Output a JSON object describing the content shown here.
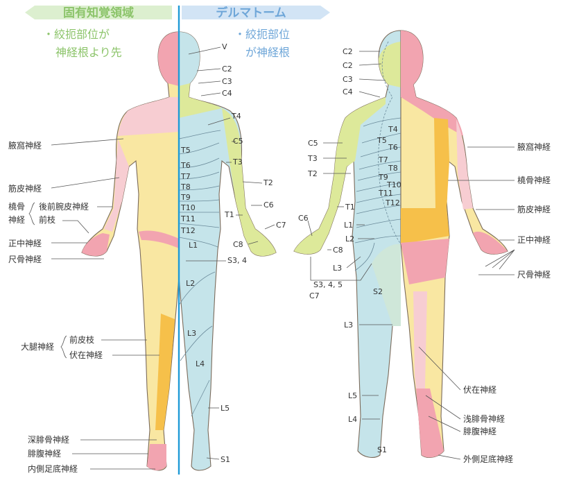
{
  "colors": {
    "autonomous_header": "#8cc46a",
    "dermatome_header": "#6ea6d8",
    "divider_line": "#1e9ad6",
    "pink": "#f2a4b0",
    "light_pink": "#f7cdd2",
    "yellow": "#f9e7a2",
    "orange": "#f6c04a",
    "light_blue": "#c5e4ea",
    "green_yellow": "#dde99a",
    "mint": "#cfe7d9"
  },
  "header": {
    "left_title": "固有知覚領域",
    "left_note_1": "・絞扼部位が",
    "left_note_2": "神経根より先",
    "right_title": "デルマトーム",
    "right_note_1": "・絞扼部位",
    "right_note_2": "が神経根"
  },
  "front_dermatomes": {
    "v": "V",
    "c2": "C2",
    "c3": "C3",
    "c4": "C4",
    "t4": "T4",
    "c5": "C5",
    "t5": "T5",
    "t6": "T6",
    "t7": "T7",
    "t8": "T8",
    "t9": "T9",
    "t10": "T10",
    "t11": "T11",
    "t12": "T12",
    "t3": "T3",
    "t2": "T2",
    "c6": "C6",
    "t1": "T1",
    "c7": "C7",
    "c8": "C8",
    "l1": "L1",
    "s34": "S3, 4",
    "l2": "L2",
    "l3": "L3",
    "l4": "L4",
    "l5": "L5",
    "s1": "S1"
  },
  "front_nerves": {
    "axillary": "腋窩神経",
    "musculocutaneous": "筋皮神経",
    "radial_1": "橈骨",
    "radial_2": "神経",
    "posterior_antebrachial": "後前腕皮神経",
    "anterior_branch": "前枝",
    "median": "正中神経",
    "ulnar": "尺骨神経",
    "femoral": "大腿神経",
    "anterior_cutaneous": "前皮枝",
    "saphenous": "伏在神経",
    "deep_peroneal": "深腓骨神経",
    "sural": "腓腹神経",
    "medial_plantar": "内側足底神経"
  },
  "back_dermatomes": {
    "c2a": "C2",
    "c2b": "C2",
    "c3": "C3",
    "c4": "C4",
    "t4": "T4",
    "c5": "C5",
    "t5": "T5",
    "t6": "T6",
    "t3": "T3",
    "t7": "T7",
    "t2": "T2",
    "t8": "T8",
    "t9": "T9",
    "t10": "T10",
    "t11": "T11",
    "t12": "T12",
    "t1": "T1",
    "c6": "C6",
    "l1": "L1",
    "c8": "C8",
    "l2": "L2",
    "l3a": "L3",
    "s345": "S3, 4, 5",
    "c7": "C7",
    "s2": "S2",
    "l3b": "L3",
    "l5": "L5",
    "l4": "L4",
    "s1": "S1"
  },
  "back_nerves": {
    "axillary": "腋窩神経",
    "radial": "橈骨神経",
    "musculocutaneous": "筋皮神経",
    "median": "正中神経",
    "ulnar": "尺骨神経",
    "saphenous": "伏在神経",
    "superficial_peroneal": "浅腓骨神経",
    "sural": "腓腹神経",
    "lateral_plantar": "外側足底神経"
  }
}
